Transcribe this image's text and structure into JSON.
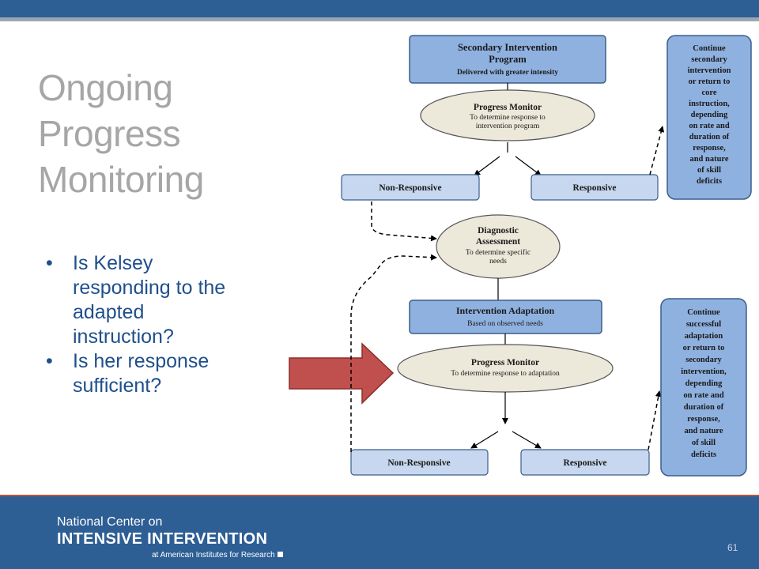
{
  "slide": {
    "title_lines": [
      "Ongoing",
      "Progress",
      "Monitoring"
    ],
    "bullets": [
      "Is Kelsey responding to the adapted instruction?",
      "Is her response sufficient?"
    ],
    "page_number": "61"
  },
  "footer": {
    "org_line1": "National Center on",
    "org_line2": "INTENSIVE INTERVENTION",
    "org_line3": "at American Institutes for Research"
  },
  "diagram": {
    "secondary_intervention": {
      "title": [
        "Secondary Intervention",
        "Program"
      ],
      "subtitle": "Delivered with greater intensity"
    },
    "progress_monitor_1": {
      "title": "Progress Monitor",
      "subtitle": [
        "To determine response to",
        "intervention program"
      ]
    },
    "non_responsive_1": "Non-Responsive",
    "responsive_1": "Responsive",
    "continue_1": [
      "Continue",
      "secondary",
      "intervention",
      "or return to",
      "core",
      "instruction,",
      "depending",
      "on rate and",
      "duration of",
      "response,",
      "and nature",
      "of skill",
      "deficits"
    ],
    "diagnostic": {
      "title": [
        "Diagnostic",
        "Assessment"
      ],
      "subtitle": [
        "To determine specific",
        "needs"
      ]
    },
    "intervention_adaptation": {
      "title": "Intervention Adaptation",
      "subtitle": "Based on observed needs"
    },
    "progress_monitor_2": {
      "title": "Progress Monitor",
      "subtitle": "To determine response to adaptation"
    },
    "non_responsive_2": "Non-Responsive",
    "responsive_2": "Responsive",
    "continue_2": [
      "Continue",
      "successful",
      "adaptation",
      "or return to",
      "secondary",
      "intervention,",
      "depending",
      "on rate and",
      "duration of",
      "response,",
      "and nature",
      "of skill",
      "deficits"
    ]
  },
  "colors": {
    "header_blue": "#2d5e94",
    "footer_red": "#c0533c",
    "box_blue": "#8fb1e0",
    "light_box": "#c6d7ef",
    "ellipse_fill": "#ece8da",
    "arrow_red": "#c0504d",
    "title_gray": "#a6a6a6",
    "bullet_blue": "#1f4f8c"
  }
}
